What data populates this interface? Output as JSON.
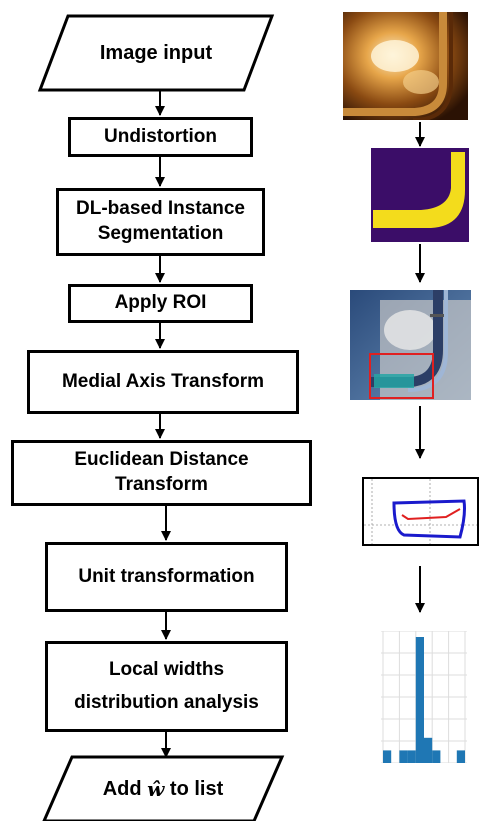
{
  "flowchart": {
    "input": "Image input",
    "undistortion": "Undistortion",
    "segmentation_line1": "DL-based Instance",
    "segmentation_line2": "Segmentation",
    "roi": "Apply ROI",
    "medial": "Medial Axis Transform",
    "euclid_line1": "Euclidean Distance",
    "euclid_line2": "Transform",
    "unit": "Unit transformation",
    "local_line1": "Local widths",
    "local_line2": "distribution analysis",
    "output_pre": "Add ",
    "output_symbol": "ŵ",
    "output_post": " to list"
  },
  "histogram": {
    "values": [
      1,
      0,
      1,
      1,
      10,
      2,
      1,
      0,
      0,
      1
    ]
  },
  "colors": {
    "mask_bg": "#3b0d68",
    "mask_fg": "#f3dc1c",
    "hist_bar": "#1f77b4",
    "roi_box": "#e02020",
    "contour_outer": "#1a1acc",
    "contour_inner": "#e02020"
  }
}
